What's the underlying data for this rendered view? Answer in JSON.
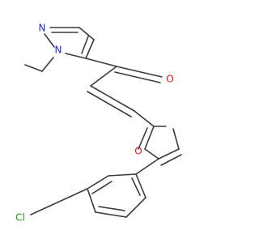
{
  "molecule": {
    "atoms": {
      "n_pyrazole_2": {
        "symbol": "N",
        "color": "#1f2ad6"
      },
      "n_pyrazole_1": {
        "symbol": "N",
        "color": "#1f2ad6"
      },
      "o_carbonyl": {
        "symbol": "O",
        "color": "#e01b1b"
      },
      "o_furan": {
        "symbol": "O",
        "color": "#e01b1b"
      },
      "cl": {
        "symbol": "Cl",
        "color": "#1e9b1e"
      }
    },
    "bond_color": "#3a3a3a"
  }
}
